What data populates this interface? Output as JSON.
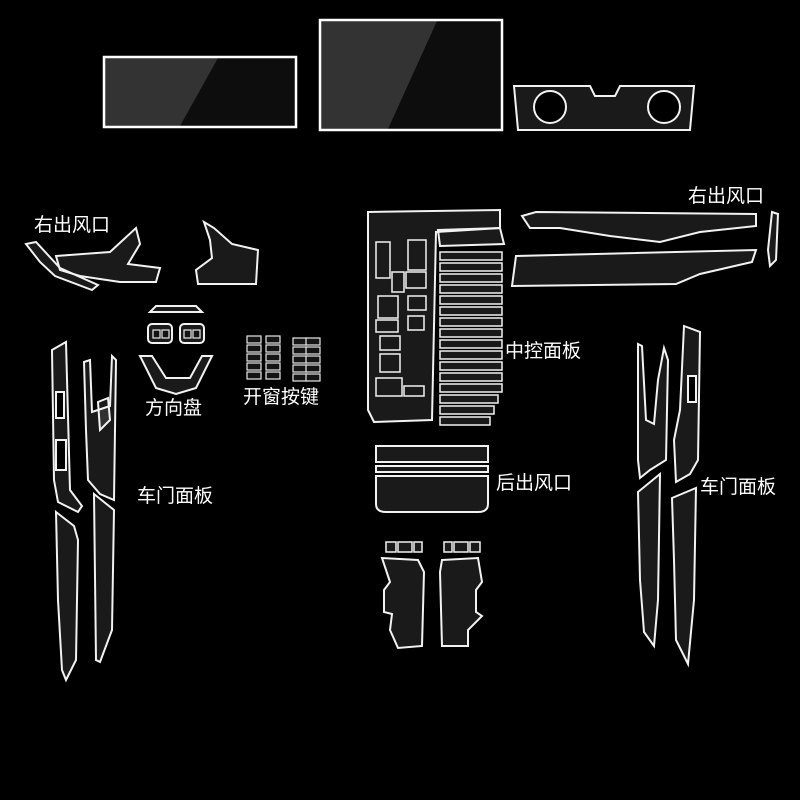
{
  "labels": {
    "right_vent_left": "右出风口",
    "right_vent_right": "右出风口",
    "steering_wheel": "方向盘",
    "window_buttons": "开窗按键",
    "center_console": "中控面板",
    "rear_vent": "后出风口",
    "door_panel_left": "车门面板",
    "door_panel_right": "车门面板"
  }
}
